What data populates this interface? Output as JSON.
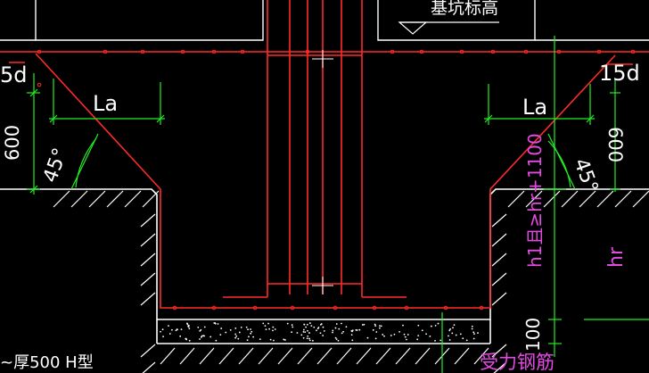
{
  "colors": {
    "background": "#000000",
    "rebar_red": "#ff2a2a",
    "outline_white": "#ffffff",
    "dimension_green": "#22ee22",
    "annotation_magenta": "#e24ae2"
  },
  "labels": {
    "top_title": "基坑标高",
    "left_15d": "5d",
    "right_15d": "15d",
    "left_la": "La",
    "right_la": "La",
    "left_angle": "45°",
    "right_angle": "45°",
    "left_600": "600",
    "right_600": "600",
    "h1_condition": "h1且≥hr+1100",
    "hr": "hr",
    "dim_100": "100",
    "bottom_left_note": "~厚500 H型",
    "rebar_note": "受力钢筋"
  }
}
